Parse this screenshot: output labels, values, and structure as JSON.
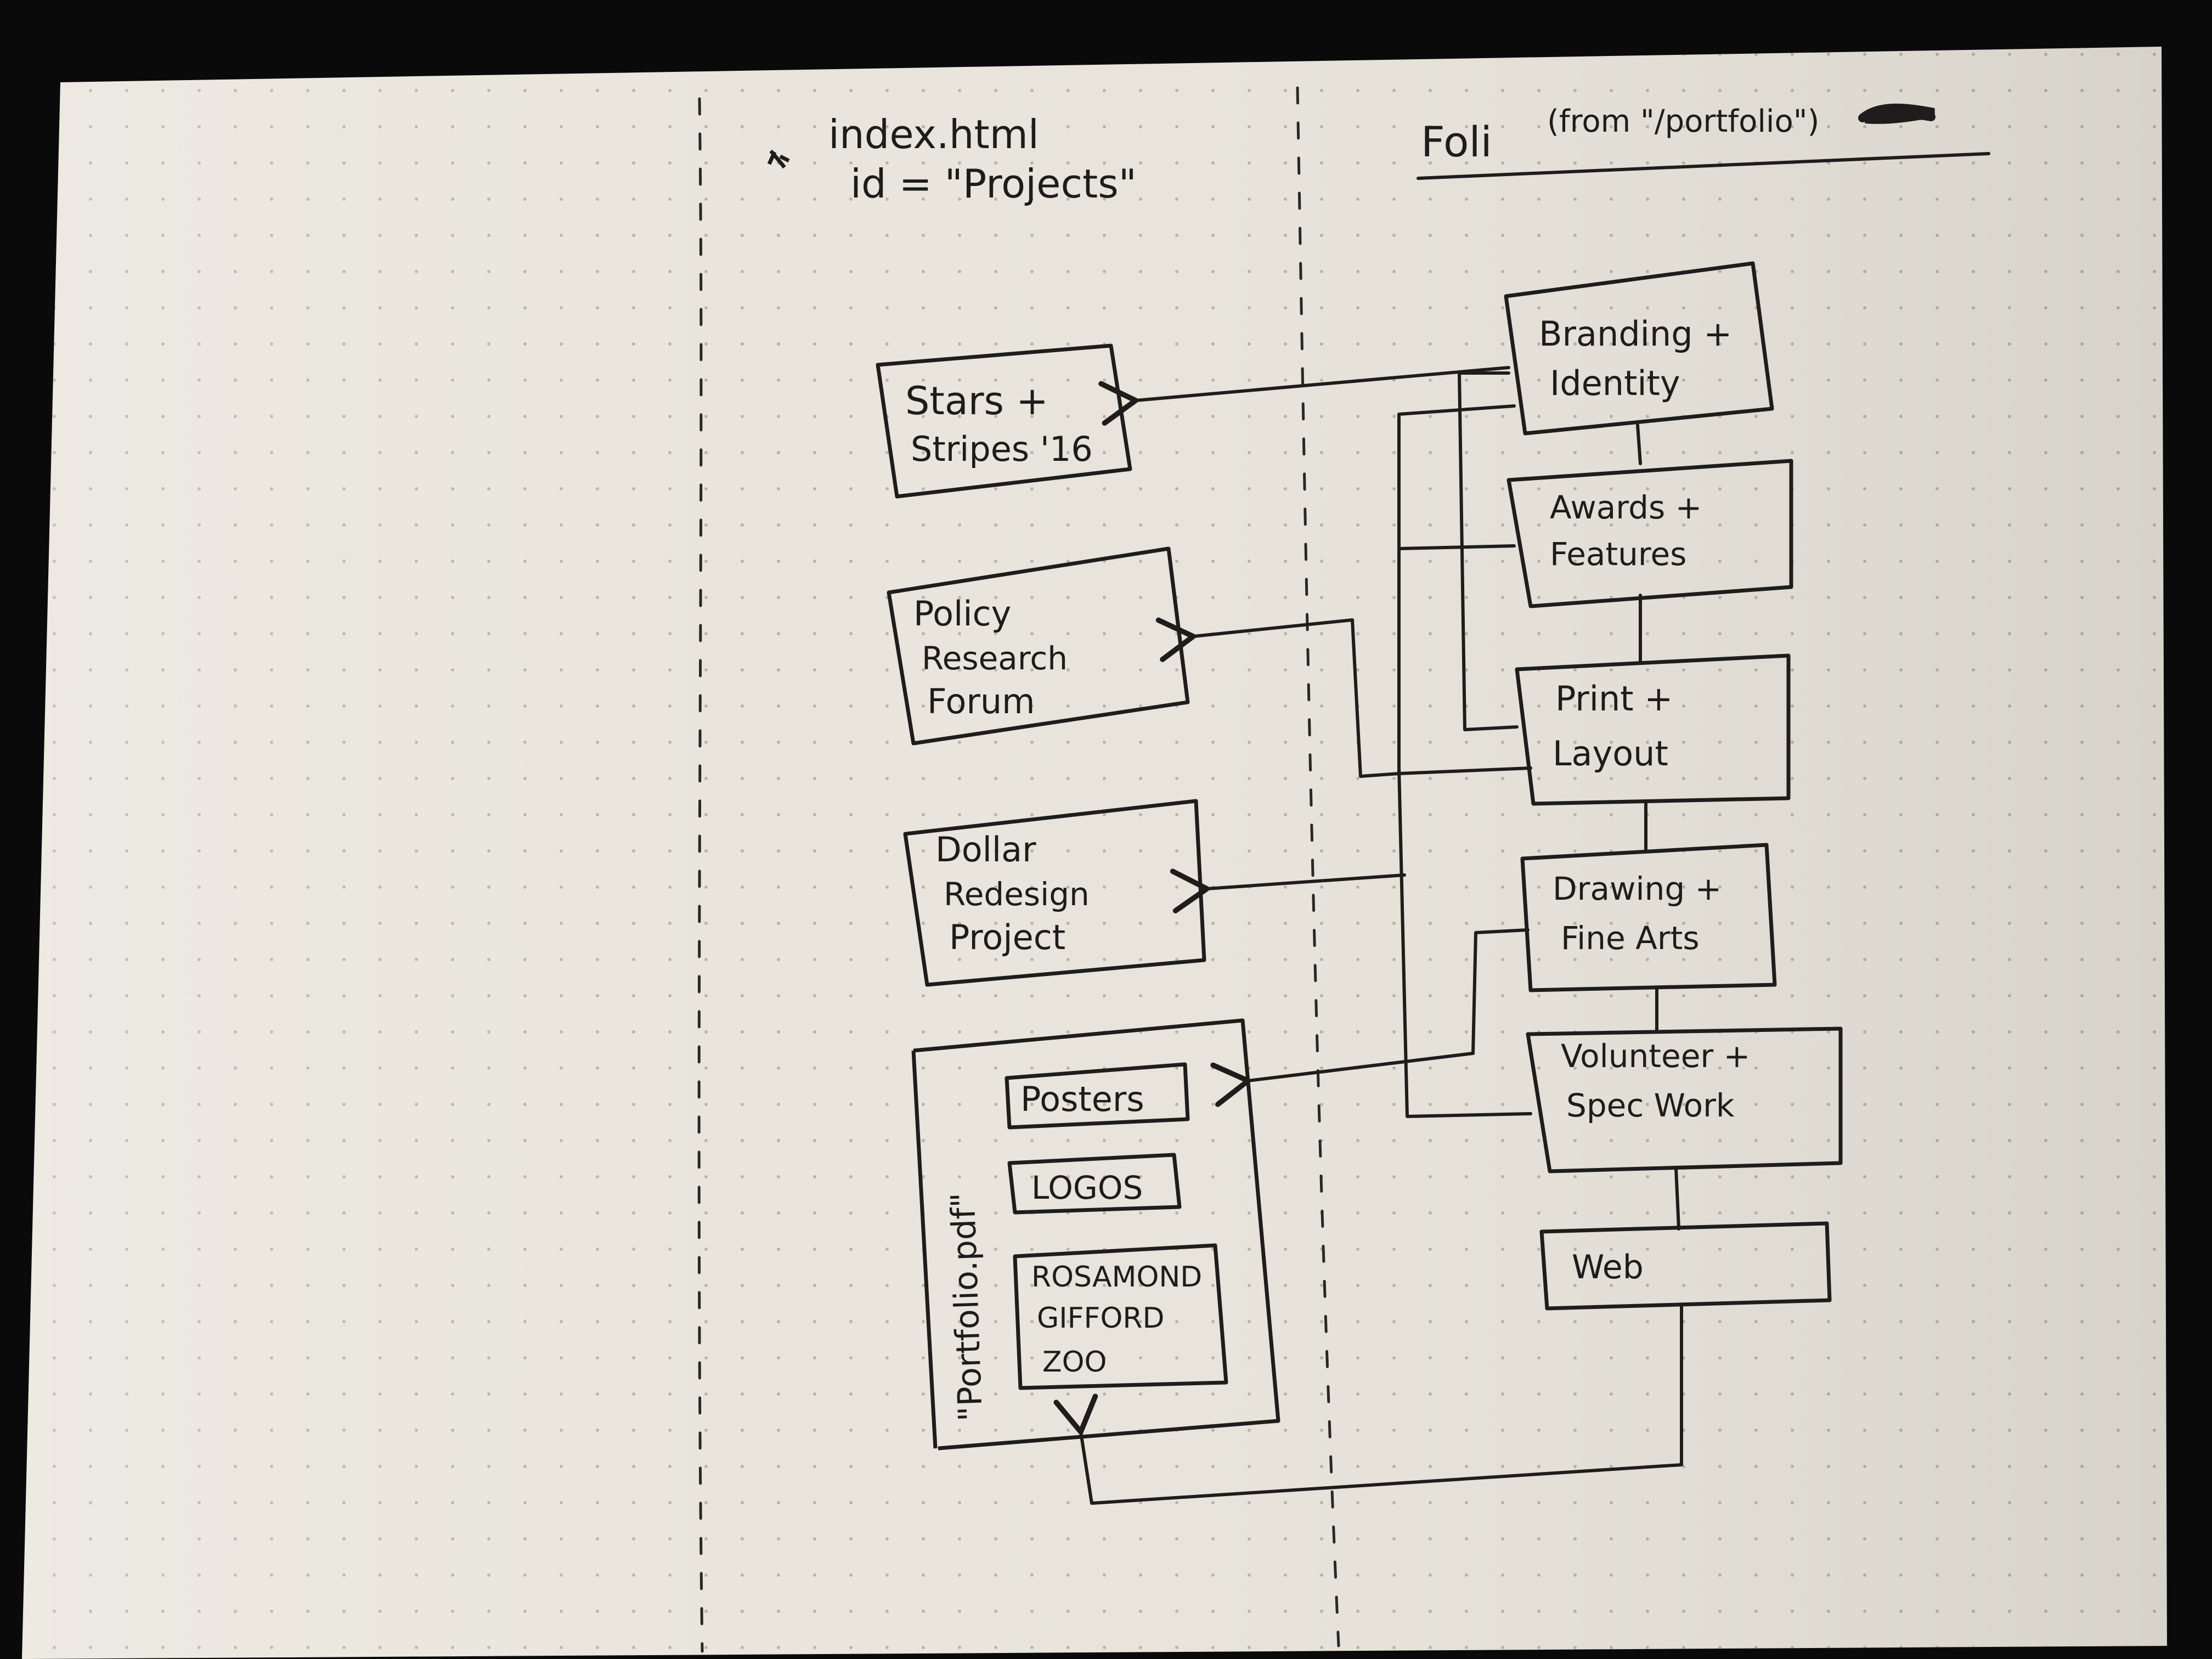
{
  "headers": {
    "index_title": "index.html",
    "index_id": "id = \"Projects\"",
    "folio_title": "Foli",
    "folio_note": "(from \"/portfolio\")"
  },
  "left_column": {
    "boxes": [
      {
        "id": "stars",
        "lines": [
          "Stars +",
          "Stripes '16"
        ]
      },
      {
        "id": "policy",
        "lines": [
          "Policy",
          "Research",
          "Forum"
        ]
      },
      {
        "id": "dollar",
        "lines": [
          "Dollar",
          "Redesign",
          "Project"
        ]
      }
    ],
    "portfolio_pdf": {
      "label": "\"Portfolio.pdf\"",
      "items": [
        {
          "id": "posters",
          "lines": [
            "Posters"
          ]
        },
        {
          "id": "logos",
          "lines": [
            "LOGOS"
          ]
        },
        {
          "id": "zoo",
          "lines": [
            "ROSAMOND",
            "GIFFORD",
            "ZOO"
          ]
        }
      ]
    }
  },
  "right_column": {
    "boxes": [
      {
        "id": "branding",
        "lines": [
          "Branding +",
          "Identity"
        ]
      },
      {
        "id": "awards",
        "lines": [
          "Awards +",
          "Features"
        ]
      },
      {
        "id": "print",
        "lines": [
          "Print +",
          "Layout"
        ]
      },
      {
        "id": "drawing",
        "lines": [
          "Drawing +",
          "Fine Arts"
        ]
      },
      {
        "id": "volunteer",
        "lines": [
          "Volunteer +",
          "Spec Work"
        ]
      },
      {
        "id": "web",
        "lines": [
          "Web"
        ]
      }
    ]
  },
  "colors": {
    "background": "#0b0a0a",
    "paper": "#e9e5dc",
    "ink": "#1e1d1c"
  }
}
